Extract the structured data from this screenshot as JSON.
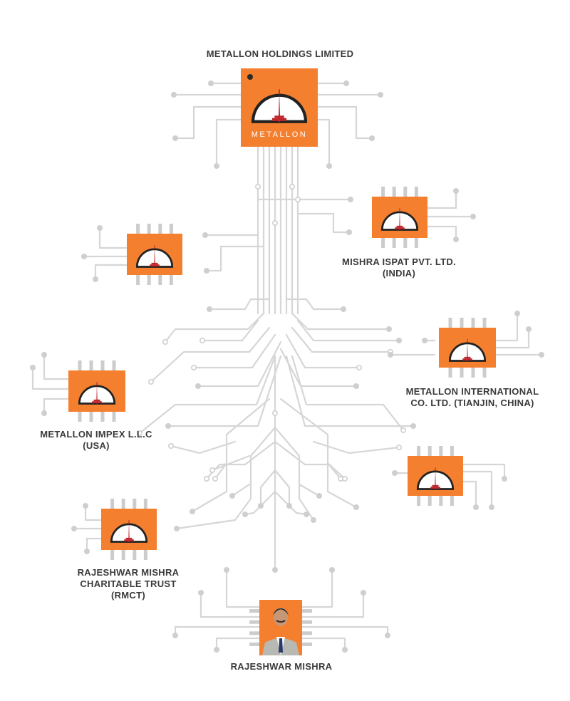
{
  "colors": {
    "chip_fill": "#f47f2f",
    "trace": "#d4d4d4",
    "dial_red": "#c0272d",
    "dial_dark": "#222222",
    "label_text": "#3a3a3a"
  },
  "logo": {
    "brand_text": "METALLON"
  },
  "nodes": {
    "holdings": {
      "lines": [
        "METALLON HOLDINGS LIMITED"
      ]
    },
    "mishra_ispat": {
      "lines": [
        "MISHRA ISPAT PVT. LTD.",
        "(INDIA)"
      ]
    },
    "unlabeled_left": {
      "lines": []
    },
    "metallon_international": {
      "lines": [
        "METALLON INTERNATIONAL",
        "CO. LTD. (TIANJIN, CHINA)"
      ]
    },
    "metallon_impex": {
      "lines": [
        "METALLON IMPEX L.L.C",
        "(USA)"
      ]
    },
    "unlabeled_right": {
      "lines": []
    },
    "rmct": {
      "lines": [
        "RAJESHWAR MISHRA",
        "CHARITABLE TRUST",
        "(RMCT)"
      ]
    },
    "rajeshwar": {
      "lines": [
        "RAJESHWAR MISHRA"
      ]
    }
  },
  "icons": {
    "dial_logo": "metallon-dial-icon",
    "portrait": "person-portrait-icon"
  }
}
